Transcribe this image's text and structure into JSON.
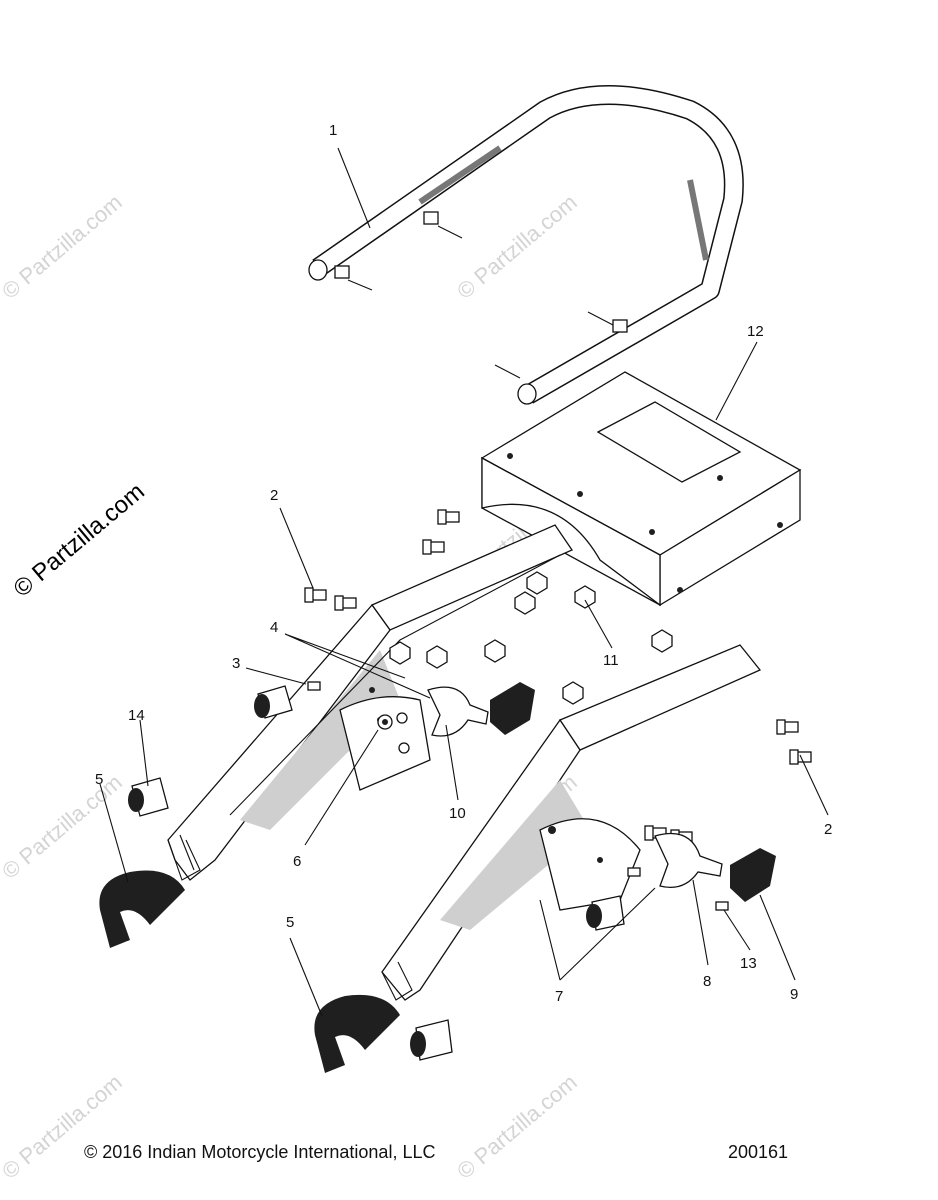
{
  "diagram": {
    "callouts": [
      "1",
      "2",
      "2",
      "3",
      "4",
      "5",
      "5",
      "6",
      "7",
      "8",
      "9",
      "10",
      "11",
      "12",
      "13",
      "14"
    ],
    "watermark": "© Partzilla.com",
    "colors": {
      "ink": "#111111",
      "watermark": "#d4d4d4",
      "background": "#ffffff"
    }
  },
  "footer": {
    "copyright": "© 2016 Indian Motorcycle International, LLC",
    "diagram_number": "200161"
  }
}
